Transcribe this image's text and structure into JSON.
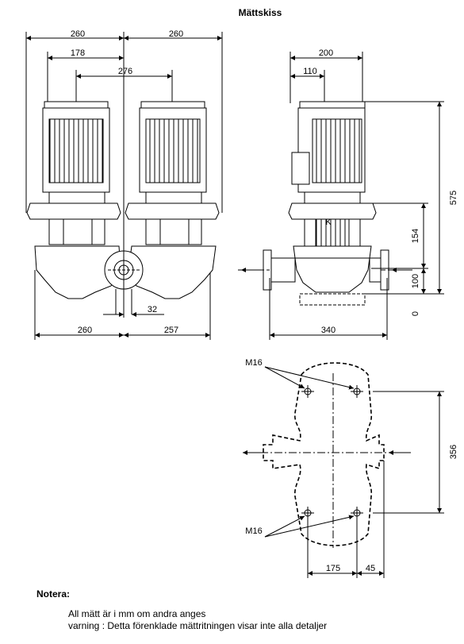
{
  "title": "Mättskiss",
  "front_view": {
    "top_dims": [
      "260",
      "260",
      "178",
      "276"
    ],
    "bottom_dims": [
      "260",
      "257",
      "32"
    ]
  },
  "side_view": {
    "top_dims": [
      "200",
      "110"
    ],
    "vertical_dims": [
      "575",
      "154",
      "100",
      "0"
    ],
    "bottom_dim": "340",
    "motor_mark": "K"
  },
  "flange_view": {
    "bolt_label_top": "M16",
    "bolt_label_bottom": "M16",
    "vertical_dim": "356",
    "bottom_dims": [
      "175",
      "45"
    ]
  },
  "notes": {
    "heading": "Notera:",
    "lines": [
      "All mätt är i mm om andra anges",
      "varning : Detta förenklade mättritningen visar inte alla detaljer"
    ]
  }
}
